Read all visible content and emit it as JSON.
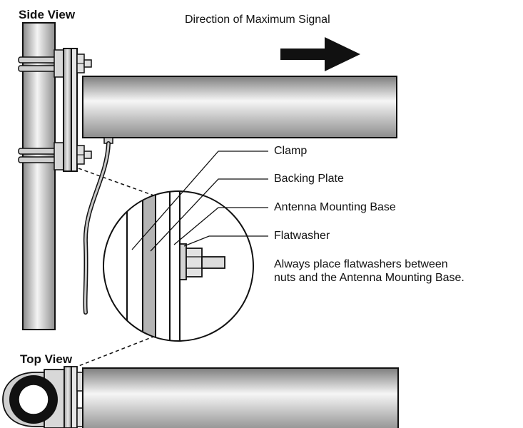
{
  "titles": {
    "side_view": "Side View",
    "top_view": "Top View",
    "direction": "Direction of Maximum Signal"
  },
  "callouts": {
    "clamp": "Clamp",
    "backing_plate": "Backing Plate",
    "mounting_base": "Antenna Mounting Base",
    "flatwasher": "Flatwasher"
  },
  "note": {
    "line1": "Always place flatwashers between",
    "line2": "nuts and the Antenna Mounting Base."
  },
  "colors": {
    "ink": "#111111",
    "arrow": "#111111"
  }
}
